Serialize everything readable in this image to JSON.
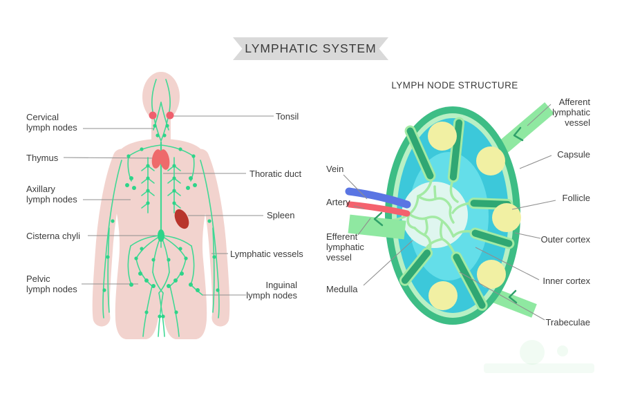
{
  "title": "LYMPHATIC SYSTEM",
  "body_diagram": {
    "labels": {
      "cervical": "Cervical\nlymph nodes",
      "thymus": "Thymus",
      "axillary": "Axillary\nlymph nodes",
      "cisterna_chyli": "Cisterna chyli",
      "pelvic": "Pelvic\nlymph nodes",
      "tonsil": "Tonsil",
      "thoratic_duct": "Thoratic duct",
      "spleen": "Spleen",
      "lymphatic_vessels": "Lymphatic vessels",
      "inguinal": "Inguinal\nlymph nodes"
    }
  },
  "node_diagram": {
    "heading": "LYMPH NODE STRUCTURE",
    "labels": {
      "afferent": "Afferent\nlymphatic\nvessel",
      "capsule": "Capsule",
      "follicle": "Follicle",
      "outer_cortex": "Outer cortex",
      "inner_cortex": "Inner cortex",
      "trabeculae": "Trabeculae",
      "vein": "Vein",
      "artery": "Artery",
      "efferent": "Efferent\nlymphatic\nvessel",
      "medulla": "Medulla"
    }
  },
  "colors": {
    "banner_gray": "#d9d9d9",
    "text_dark": "#3a3a3a",
    "connector_gray": "#8f8f8f",
    "body_pink": "#f2d3ce",
    "vessel_green": "#3fd894",
    "node_dot_green": "#2ed489",
    "tonsil_red": "#ef5f6d",
    "thymus_red": "#ee6a6b",
    "spleen_red": "#b8352c",
    "capsule_green": "#3dbd85",
    "rim_light_green": "#b9f0c4",
    "outer_cortex_teal": "#3cc8da",
    "inner_cortex_cyan": "#64dee9",
    "medulla_pale": "#dff6ef",
    "cord_green": "#a3eaa4",
    "trabecula_green": "#2fa773",
    "follicle_yellow": "#f1f0a3",
    "vein_blue": "#5a75e3",
    "artery_red": "#f4626e",
    "lymph_vessel_green": "#8fe8a1",
    "chevron_green": "#2fa06a"
  }
}
